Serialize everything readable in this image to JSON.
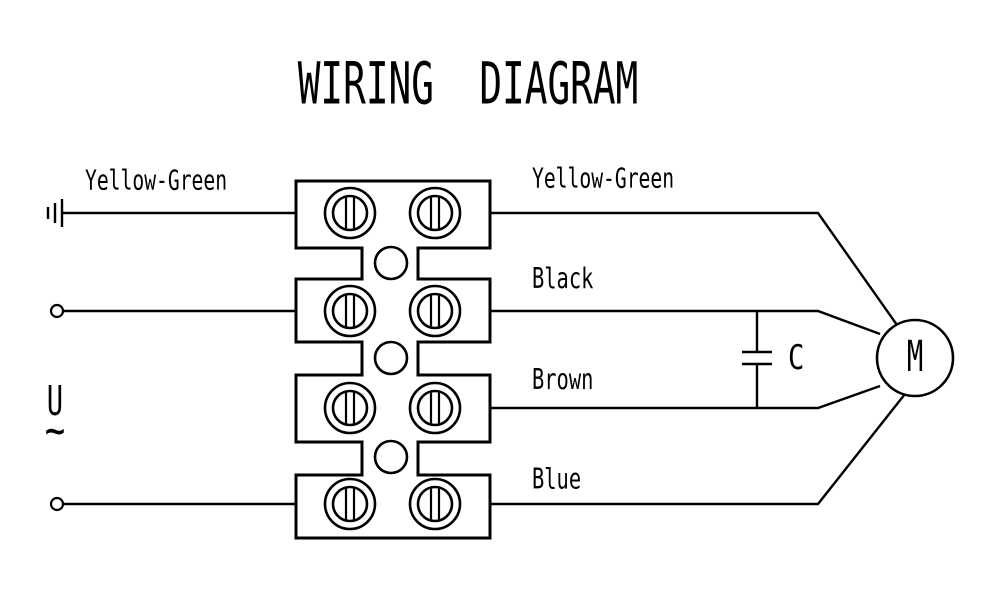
{
  "title": "WIRING  DIAGRAM",
  "labels": {
    "left_ground": "Yellow-Green",
    "right_ground": "Yellow-Green",
    "black": "Black",
    "brown": "Brown",
    "blue": "Blue",
    "capacitor": "C",
    "motor": "M",
    "supply": "U",
    "ac_symbol": "~"
  },
  "icons": {
    "ground": "ground-symbol-icon",
    "screw": "screw-terminal-icon",
    "capacitor": "capacitor-icon",
    "motor": "motor-circle-icon",
    "ac": "ac-tilde-icon"
  },
  "colors": {
    "line": "#000000",
    "background": "#ffffff"
  }
}
